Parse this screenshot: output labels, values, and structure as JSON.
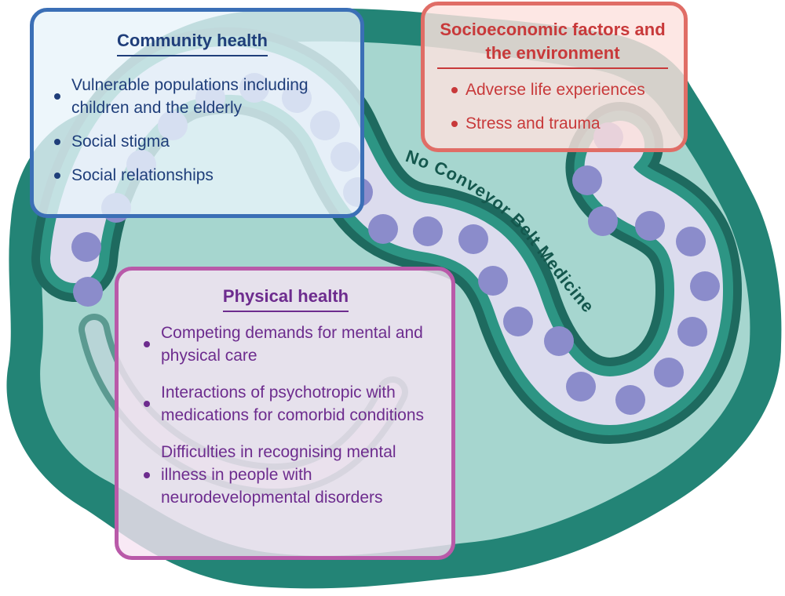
{
  "boxes": {
    "community": {
      "title": "Community health",
      "items": [
        "Vulnerable populations including children and the elderly",
        "Social stigma",
        "Social relationships"
      ]
    },
    "socioeconomic": {
      "title": "Socioeconomic factors and the environment",
      "items": [
        "Adverse life experiences",
        "Stress and trauma"
      ]
    },
    "physical": {
      "title": "Physical health",
      "items": [
        "Competing demands for mental and physical care",
        "Interactions of psychotropic with medications for comorbid conditions",
        "Difficulties in recognising mental illness in people with neurodevelopmental disorders"
      ]
    }
  },
  "belt": {
    "label": "No Conveyor Belt Medicine"
  },
  "colors": {
    "outer_teal": "#238476",
    "inner_teal": "#a6d6cf",
    "dark_band": "#1e6a5f",
    "belt_track": "#dcdcee",
    "belt_dot": "#8b8ccb",
    "community": "#3b6fb6",
    "socioeconomic": "#e06d66",
    "physical": "#b95aa9"
  }
}
